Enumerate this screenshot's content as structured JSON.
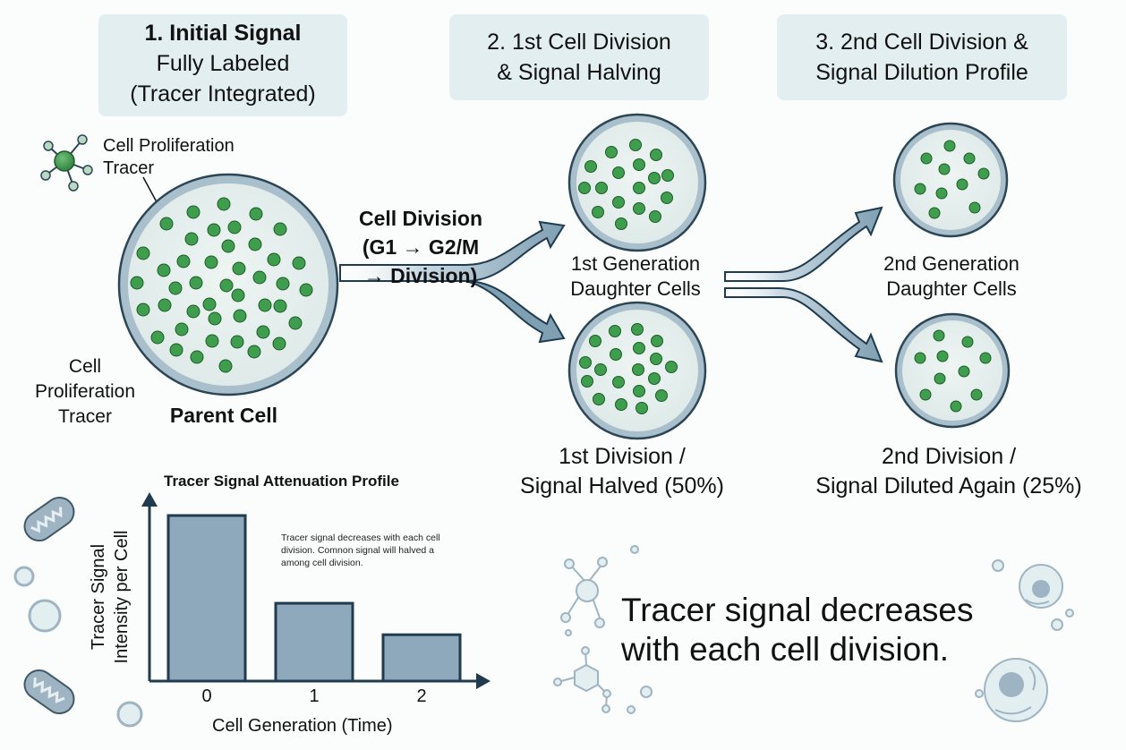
{
  "steps": [
    {
      "lines": [
        "1. Initial Signal",
        "Fully Labeled",
        "(Tracer Integrated)"
      ]
    },
    {
      "lines": [
        "2. 1st Cell Division",
        "& Signal Halving"
      ]
    },
    {
      "lines": [
        "3. 2nd Cell Division &",
        "Signal Dilution Profile"
      ]
    }
  ],
  "parent": {
    "tracer_callout": [
      "Cell Proliferation",
      "Tracer"
    ],
    "side_label": [
      "Cell",
      "Proliferation",
      "Tracer"
    ],
    "cell_label": "Parent Cell"
  },
  "division_arrow": {
    "lines": [
      "Cell Division",
      "(G1 → G2/M",
      "→ Division)"
    ]
  },
  "gen1": {
    "label": [
      "1st Generation",
      "Daughter Cells"
    ],
    "caption": [
      "1st Division /",
      "Signal Halved (50%)"
    ]
  },
  "gen2": {
    "label": [
      "2nd Generation",
      "Daughter Cells"
    ],
    "caption": [
      "2nd Division /",
      "Signal Diluted Again (25%)"
    ]
  },
  "tagline": [
    "Tracer signal decreases",
    "with each cell division."
  ],
  "colors": {
    "header_bg": "#e3eef1",
    "cell_fill": "#e6f0ee",
    "cell_ring": "#a9bfcc",
    "cell_outline": "#2c4656",
    "tracer_dot": "#3f9e4d",
    "tracer_dot_outline": "#1e5b2a",
    "arrow_fill": "#7f9fb3",
    "arrow_outline": "#1f3b4d",
    "bar_fill": "#8ea9bb",
    "axis": "#1f3b4d"
  },
  "chart_data": {
    "type": "bar",
    "title": "Tracer Signal Attenuation Profile",
    "xlabel": "Cell Generation (Time)",
    "ylabel": "Tracer Signal Intensity per Cell",
    "categories": [
      "0",
      "1",
      "2"
    ],
    "values": [
      100,
      47,
      28
    ],
    "ylim": [
      0,
      110
    ],
    "grid": false,
    "legend": null,
    "annotation": "Tracer signal decreases with each cell division. Comnon signal will halved a among cell division."
  }
}
